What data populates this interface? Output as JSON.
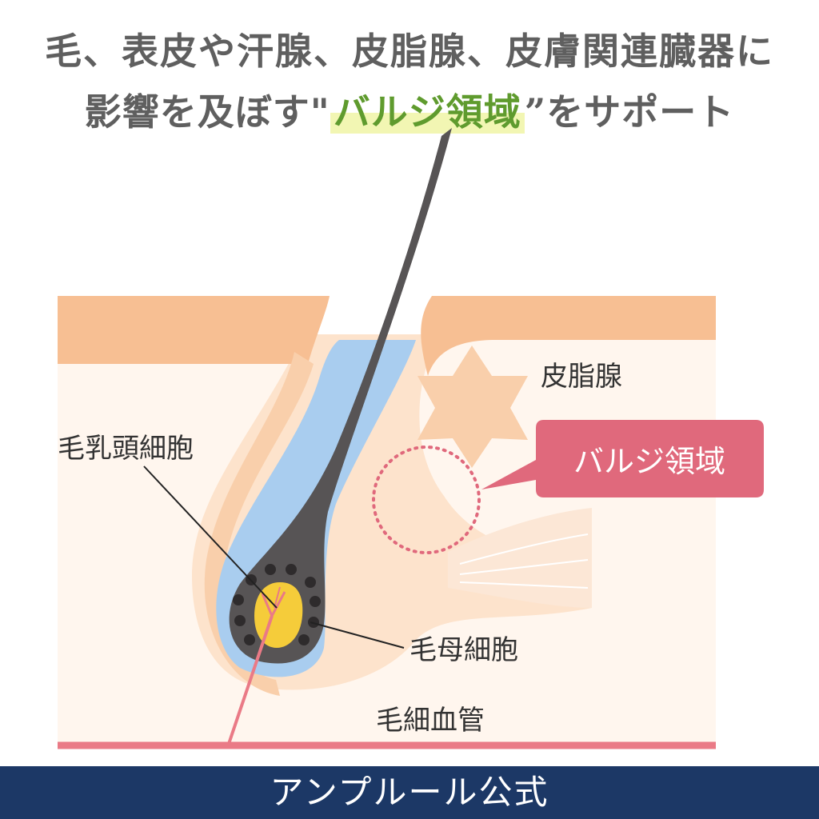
{
  "headline": {
    "line1": "毛、表皮や汗腺、皮脂腺、皮膚関連臓器に",
    "line2_pre": "影響を及ぼす\"",
    "line2_highlight": "バルジ領域",
    "line2_post": "”をサポート"
  },
  "labels": {
    "sebaceous_gland": "皮脂腺",
    "bulge_region": "バルジ領域",
    "dermal_papilla_cells": "毛乳頭細胞",
    "hair_matrix_cells": "毛母細胞",
    "capillary": "毛細血管"
  },
  "footer": {
    "text": "アンプルール公式"
  },
  "colors": {
    "skin_dark": "#f7bf93",
    "skin_light": "#fde3cc",
    "sheath_blue": "#a9cdef",
    "hair": "#575455",
    "papilla": "#f5cc3a",
    "vessel": "#ea7a86",
    "callout": "#e0697c",
    "highlight_text": "#5f9b2e",
    "footer_bg": "#1c3866"
  }
}
